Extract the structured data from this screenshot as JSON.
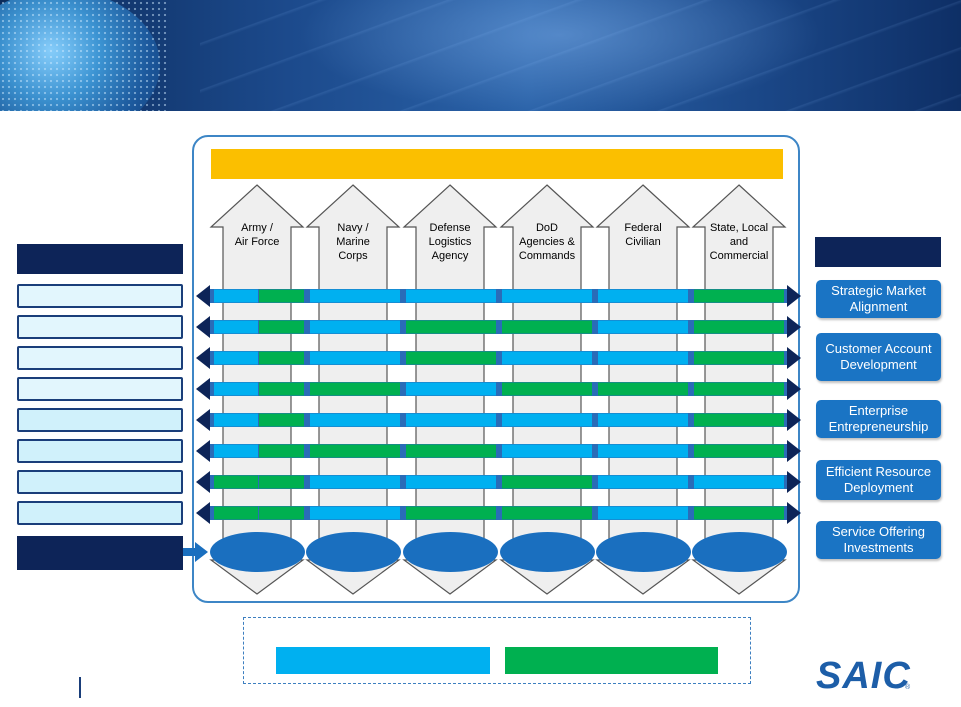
{
  "columns": [
    {
      "label": "Army /\nAir Force"
    },
    {
      "label": "Navy /\nMarine\nCorps"
    },
    {
      "label": "Defense\nLogistics\nAgency"
    },
    {
      "label": "DoD\nAgencies &\nCommands"
    },
    {
      "label": "Federal\nCivilian"
    },
    {
      "label": "State, Local\nand\nCommercial"
    }
  ],
  "rows": [
    [
      "blue",
      "green",
      "blue",
      "blue",
      "blue",
      "blue",
      "green"
    ],
    [
      "blue",
      "green",
      "blue",
      "green",
      "green",
      "blue",
      "green"
    ],
    [
      "blue",
      "green",
      "blue",
      "green",
      "blue",
      "blue",
      "green"
    ],
    [
      "blue",
      "green",
      "green",
      "blue",
      "green",
      "green",
      "green"
    ],
    [
      "blue",
      "green",
      "blue",
      "blue",
      "blue",
      "blue",
      "green"
    ],
    [
      "blue",
      "green",
      "green",
      "green",
      "blue",
      "blue",
      "green"
    ],
    [
      "green",
      "green",
      "blue",
      "blue",
      "green",
      "blue",
      "blue"
    ],
    [
      "green",
      "green",
      "blue",
      "green",
      "green",
      "blue",
      "green"
    ]
  ],
  "right_buttons": [
    {
      "label": "Strategic Market Alignment"
    },
    {
      "label": "Customer Account Development"
    },
    {
      "label": "Enterprise Entrepreneurship"
    },
    {
      "label": "Efficient Resource Deployment"
    },
    {
      "label": "Service Offering Investments"
    }
  ],
  "logo": {
    "text": "SAIC",
    "reg": "®"
  },
  "colors": {
    "blue_segment": "#00b0f0",
    "green_segment": "#00b050",
    "row_arrow": "#0d2458",
    "row_track": "#2a6cb8",
    "column_arrow_fill": "#efefef",
    "column_arrow_stroke": "#555555",
    "yellow_bar": "#fbbf00",
    "navy": "#0d2458",
    "button_blue": "#1a74c4",
    "ellipse": "#1a6fbf",
    "left_box_fill": "#d8f3fc"
  }
}
